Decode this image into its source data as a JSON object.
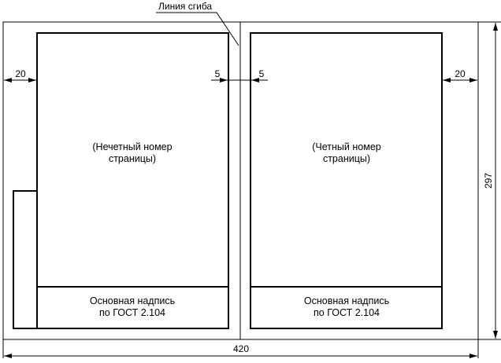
{
  "fold_line_label": "Линия сгиба",
  "left_page": {
    "label_line1": "(Нечетный номер",
    "label_line2": "страницы)",
    "title_block_line1": "Основная надпись",
    "title_block_line2": "по ГОСТ 2.104"
  },
  "right_page": {
    "label_line1": "(Четный номер",
    "label_line2": "страницы)",
    "title_block_line1": "Основная надпись",
    "title_block_line2": "по ГОСТ 2.104"
  },
  "dimensions": {
    "left_margin": "20",
    "fold_left_gap": "5",
    "fold_right_gap": "5",
    "right_margin": "20",
    "height": "297",
    "width": "420"
  }
}
